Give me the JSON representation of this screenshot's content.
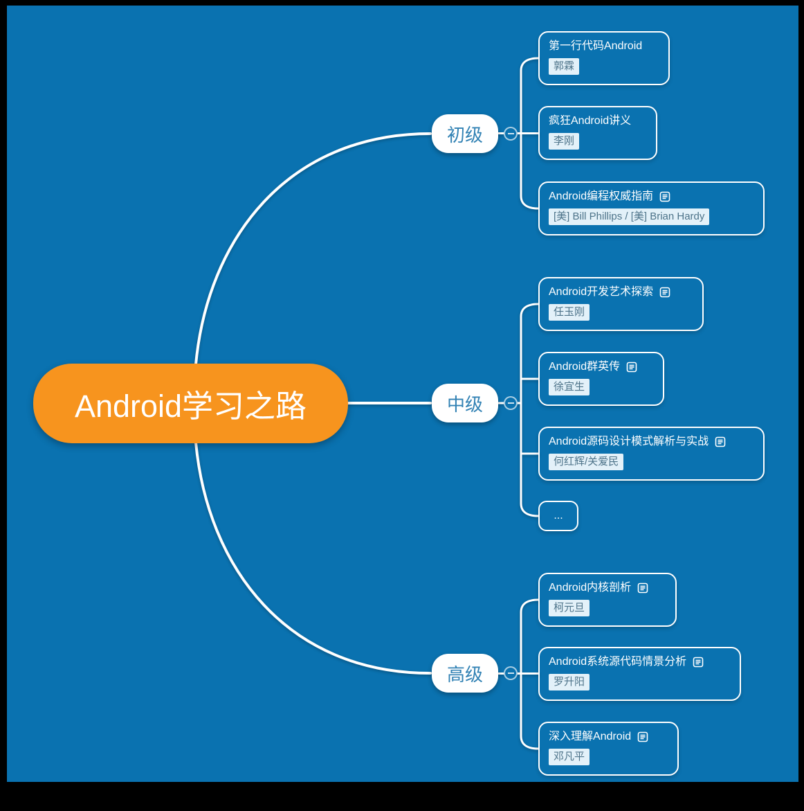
{
  "app": {
    "type": "mindmap-canvas"
  },
  "colors": {
    "canvas_background": "#0a72b0",
    "root_fill": "#f7941e",
    "root_text": "#ffffff",
    "branch_fill": "#ffffff",
    "branch_text": "#3282b4",
    "child_border": "#ffffff",
    "child_text": "#ffffff",
    "label_background": "#e3f1f9",
    "label_text": "#4d7389",
    "connector": "#ffffff"
  },
  "root": {
    "label": "Android学习之路"
  },
  "branches": [
    {
      "label": "初级",
      "collapse_icon": "minus",
      "children": [
        {
          "title": "第一行代码Android",
          "author": "郭霖",
          "has_notes": false
        },
        {
          "title": "疯狂Android讲义",
          "author": "李刚",
          "has_notes": false
        },
        {
          "title": "Android编程权威指南",
          "author": "[美] Bill Phillips / [美] Brian Hardy",
          "has_notes": true
        }
      ]
    },
    {
      "label": "中级",
      "collapse_icon": "minus",
      "children": [
        {
          "title": "Android开发艺术探索",
          "author": "任玉刚",
          "has_notes": true
        },
        {
          "title": "Android群英传",
          "author": "徐宜生",
          "has_notes": true
        },
        {
          "title": "Android源码设计模式解析与实战",
          "author": "何红辉/关爱民",
          "has_notes": true
        },
        {
          "title": "...",
          "has_notes": false
        }
      ]
    },
    {
      "label": "高级",
      "collapse_icon": "minus",
      "children": [
        {
          "title": "Android内核剖析",
          "author": "柯元旦",
          "has_notes": true
        },
        {
          "title": "Android系统源代码情景分析",
          "author": "罗升阳",
          "has_notes": true
        },
        {
          "title": "深入理解Android",
          "author": "邓凡平",
          "has_notes": true
        }
      ]
    }
  ]
}
